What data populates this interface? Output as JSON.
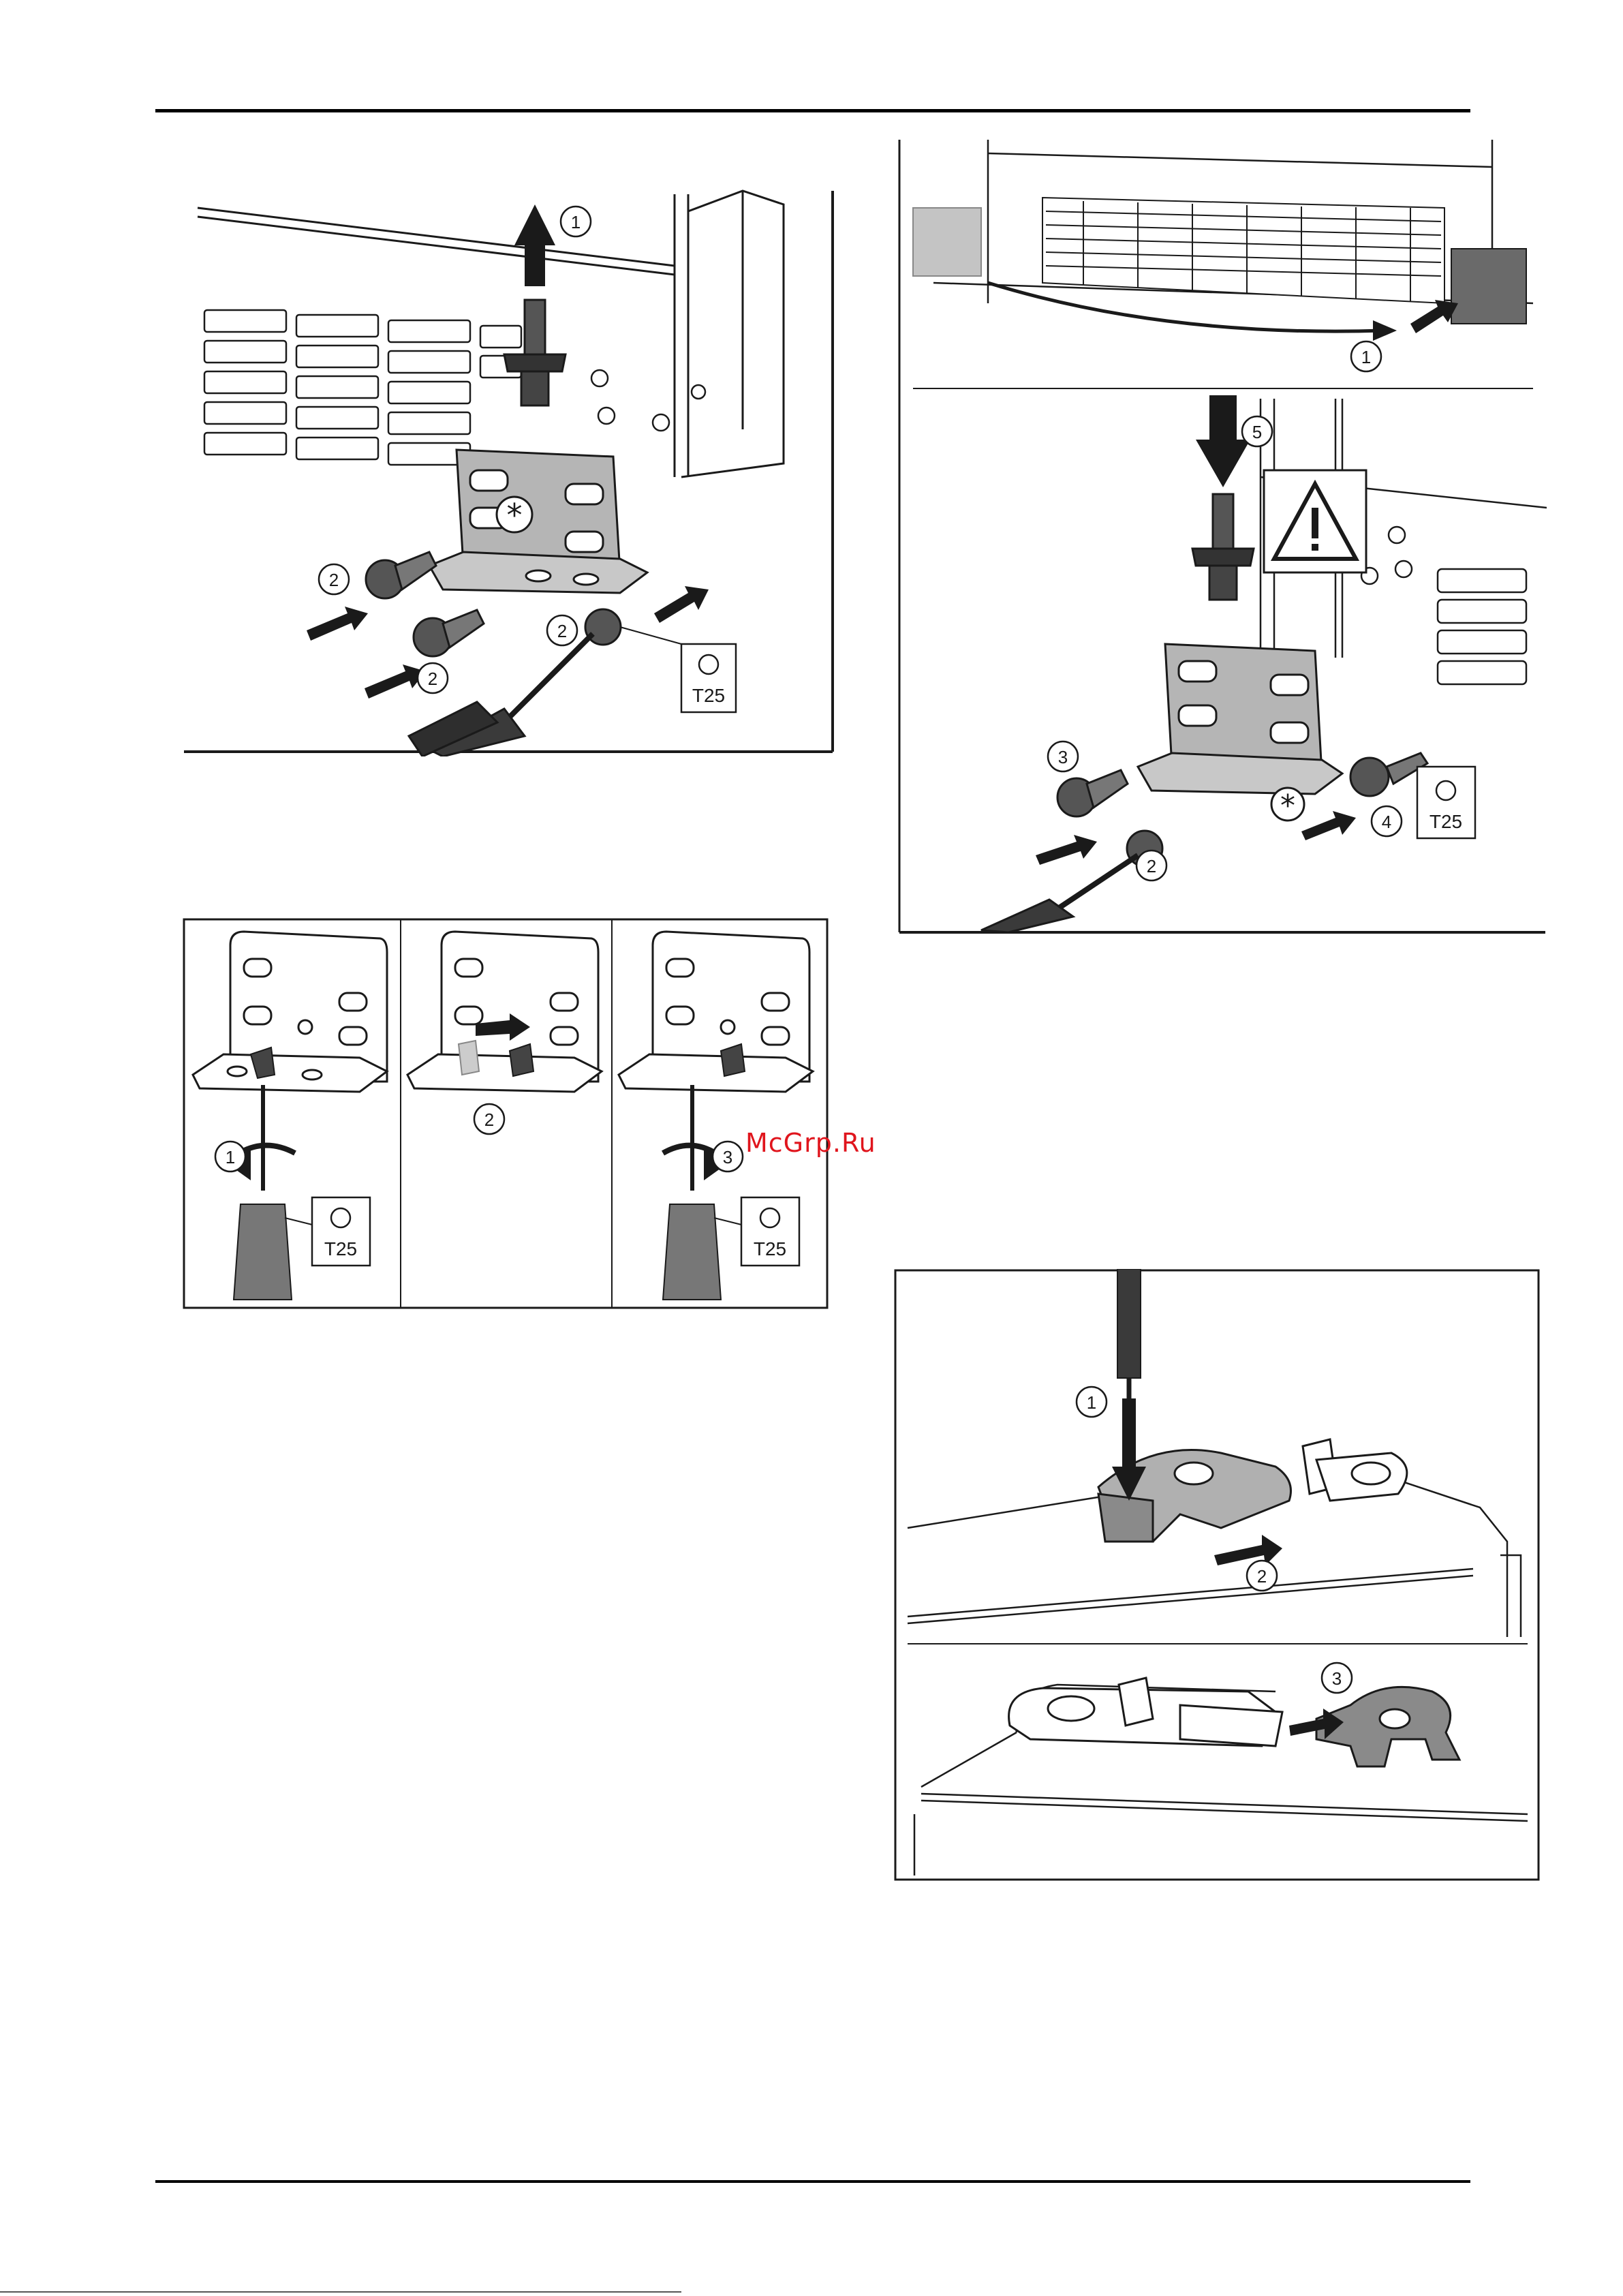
{
  "watermark": "McGrp.Ru",
  "footer_fragment": "",
  "figures": {
    "fig_hinge_removal": {
      "callouts": [
        "1",
        "2",
        "2",
        "2"
      ],
      "tool_label": "T25"
    },
    "fig_hinge_adjust": {
      "callouts": [
        "1",
        "2",
        "3"
      ],
      "tool_labels": [
        "T25",
        "T25"
      ]
    },
    "fig_plinth_fit": {
      "callouts": [
        "1",
        "2",
        "3",
        "4",
        "5"
      ],
      "tool_label": "T25"
    },
    "fig_top_bracket": {
      "callouts": [
        "1",
        "2",
        "3"
      ]
    }
  },
  "colors": {
    "line": "#1a1a1a",
    "part_gray": "#b5b5b5",
    "dark_part": "#3a3a3a",
    "watermark": "#e0151d"
  }
}
